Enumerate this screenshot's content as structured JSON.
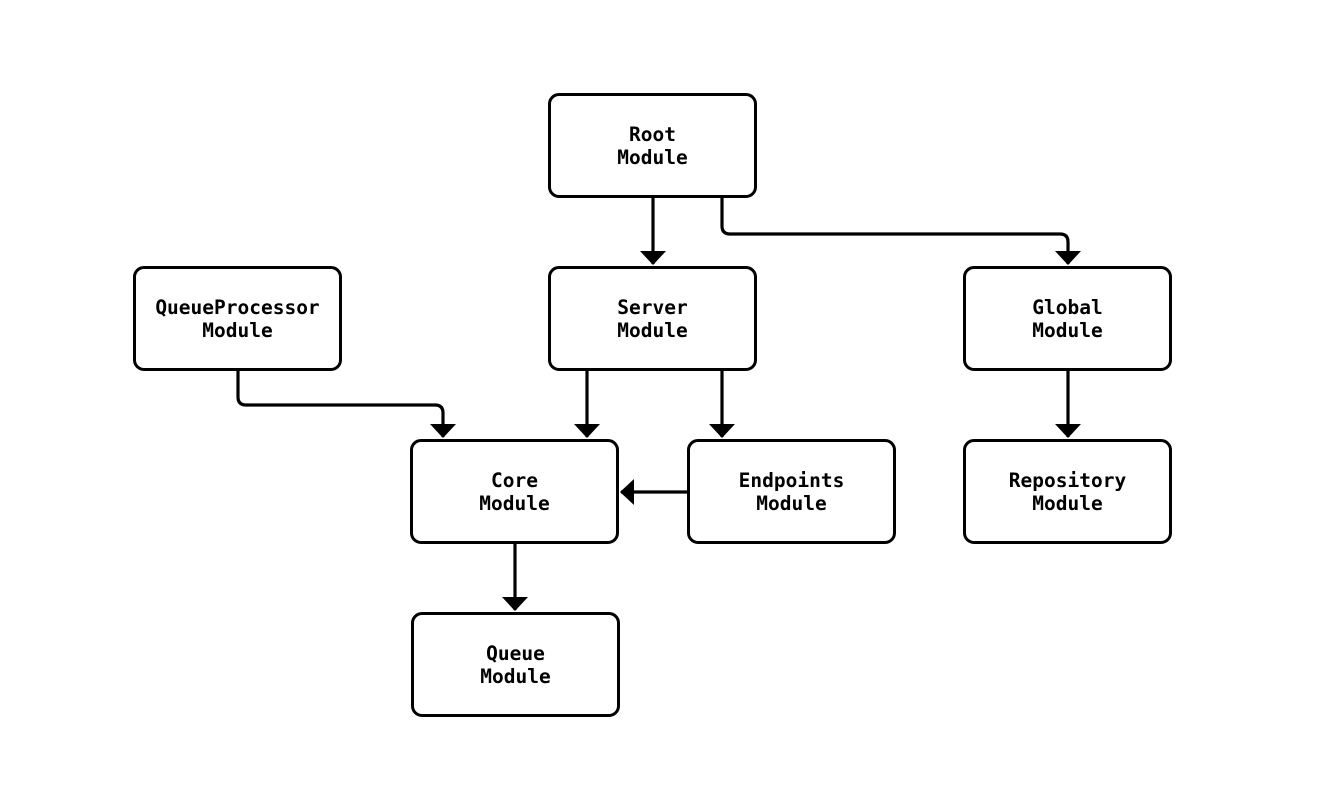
{
  "diagram": {
    "type": "module-dependency-flowchart",
    "colors": {
      "background": "#ffffff",
      "node_fill": "#ffffff",
      "node_border": "#000000",
      "edge_stroke": "#000000",
      "text": "#000000"
    },
    "nodes": {
      "root": {
        "label": "Root\nModule"
      },
      "queueprocessor": {
        "label": "QueueProcessor\nModule"
      },
      "server": {
        "label": "Server\nModule"
      },
      "global": {
        "label": "Global\nModule"
      },
      "core": {
        "label": "Core\nModule"
      },
      "endpoints": {
        "label": "Endpoints\nModule"
      },
      "repository": {
        "label": "Repository\nModule"
      },
      "queue": {
        "label": "Queue\nModule"
      }
    },
    "edges": [
      {
        "from": "Root Module",
        "to": "Server Module"
      },
      {
        "from": "Root Module",
        "to": "Global Module"
      },
      {
        "from": "QueueProcessor Module",
        "to": "Core Module"
      },
      {
        "from": "Server Module",
        "to": "Core Module"
      },
      {
        "from": "Server Module",
        "to": "Endpoints Module"
      },
      {
        "from": "Endpoints Module",
        "to": "Core Module"
      },
      {
        "from": "Global Module",
        "to": "Repository Module"
      },
      {
        "from": "Core Module",
        "to": "Queue Module"
      }
    ]
  }
}
